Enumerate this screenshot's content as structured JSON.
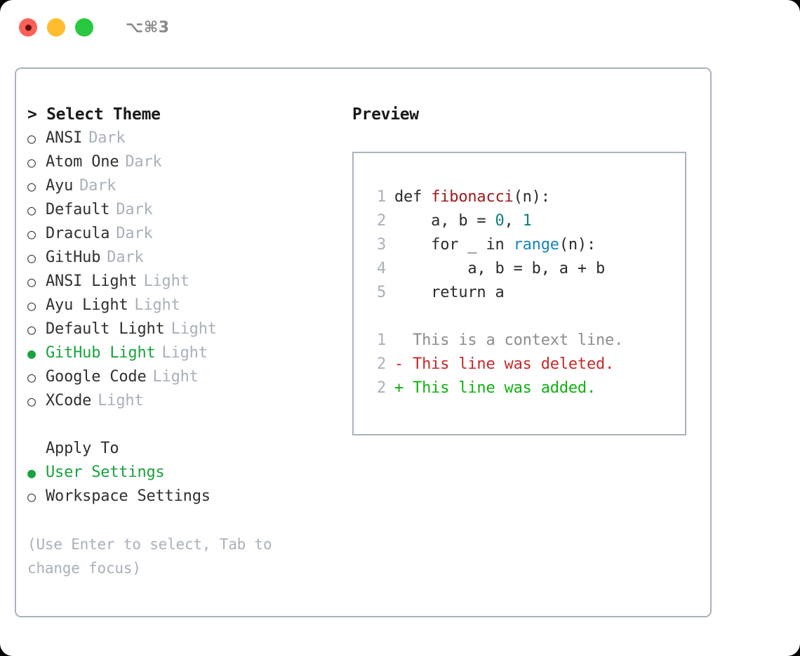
{
  "titlebar": {
    "shortcut": "⌥⌘3",
    "buttons": [
      {
        "name": "close",
        "color": "#ff5f57"
      },
      {
        "name": "minimize",
        "color": "#ffbd2e"
      },
      {
        "name": "maximize",
        "color": "#28c840"
      }
    ]
  },
  "colors": {
    "accent_green": "#19a33e",
    "border": "#aab2c0",
    "muted": "#a8b0bd",
    "text": "#303030",
    "fn": "#a01b1b",
    "number": "#0f7d7d",
    "builtin": "#1484bd",
    "diff_add": "#11b011",
    "diff_del": "#c62828",
    "diff_ctx": "#8d8d8d"
  },
  "theme_picker": {
    "header": "> Select Theme",
    "bullet_unselected": "○",
    "bullet_selected": "●",
    "items": [
      {
        "label": "ANSI",
        "tag": "Dark",
        "selected": false
      },
      {
        "label": "Atom One",
        "tag": "Dark",
        "selected": false
      },
      {
        "label": "Ayu",
        "tag": "Dark",
        "selected": false
      },
      {
        "label": "Default",
        "tag": "Dark",
        "selected": false
      },
      {
        "label": "Dracula",
        "tag": "Dark",
        "selected": false
      },
      {
        "label": "GitHub",
        "tag": "Dark",
        "selected": false
      },
      {
        "label": "ANSI Light",
        "tag": "Light",
        "selected": false
      },
      {
        "label": "Ayu Light",
        "tag": "Light",
        "selected": false
      },
      {
        "label": "Default Light",
        "tag": "Light",
        "selected": false
      },
      {
        "label": "GitHub Light",
        "tag": "Light",
        "selected": true
      },
      {
        "label": "Google Code",
        "tag": "Light",
        "selected": false
      },
      {
        "label": "XCode",
        "tag": "Light",
        "selected": false
      }
    ]
  },
  "apply_to": {
    "header": "Apply To",
    "items": [
      {
        "label": "User Settings",
        "selected": true
      },
      {
        "label": "Workspace Settings",
        "selected": false
      }
    ]
  },
  "hint": "(Use Enter to select, Tab to change focus)",
  "preview": {
    "title": "Preview",
    "code_lines": [
      {
        "number": "1",
        "tokens": [
          {
            "text": "def ",
            "style": "plain"
          },
          {
            "text": "fibonacci",
            "style": "fn"
          },
          {
            "text": "(n):",
            "style": "plain"
          }
        ]
      },
      {
        "number": "2",
        "tokens": [
          {
            "text": "    a, b = ",
            "style": "plain"
          },
          {
            "text": "0",
            "style": "num"
          },
          {
            "text": ", ",
            "style": "plain"
          },
          {
            "text": "1",
            "style": "num"
          }
        ]
      },
      {
        "number": "3",
        "tokens": [
          {
            "text": "    for _ in ",
            "style": "plain"
          },
          {
            "text": "range",
            "style": "builtin"
          },
          {
            "text": "(n):",
            "style": "plain"
          }
        ]
      },
      {
        "number": "4",
        "tokens": [
          {
            "text": "        a, b = b, a + b",
            "style": "plain"
          }
        ]
      },
      {
        "number": "5",
        "tokens": [
          {
            "text": "    return a",
            "style": "plain"
          }
        ]
      }
    ],
    "diff_lines": [
      {
        "number": "1",
        "marker": " ",
        "text": " This is a context line.",
        "kind": "ctx"
      },
      {
        "number": "2",
        "marker": "-",
        "text": " This line was deleted.",
        "kind": "del"
      },
      {
        "number": "2",
        "marker": "+",
        "text": " This line was added.",
        "kind": "add"
      }
    ]
  }
}
